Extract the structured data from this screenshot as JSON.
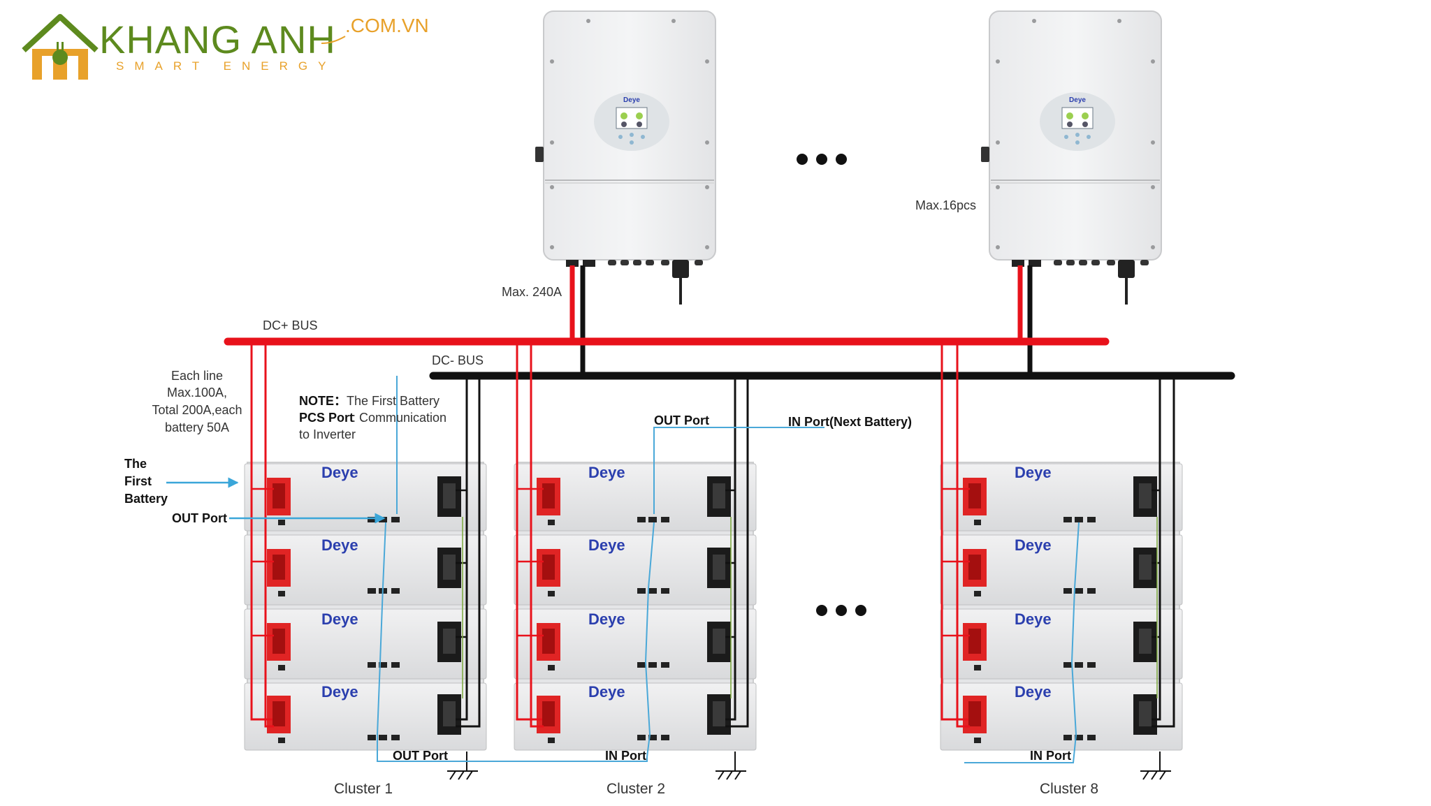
{
  "logo": {
    "brand": "KHANG ANH",
    "domain": ".COM.VN",
    "tagline": "SMART ENERGY"
  },
  "inverters": [
    {
      "brand": "Deye"
    },
    {
      "brand": "Deye"
    }
  ],
  "labels": {
    "max_inverters": "Max.16pcs",
    "max_current": "Max. 240A",
    "dc_plus_bus": "DC+ BUS",
    "dc_minus_bus": "DC- BUS",
    "each_line": [
      "Each line",
      "Max.100A,",
      "Total 200A,each",
      "battery 50A"
    ],
    "note_title": "NOTE：",
    "note_line1": "The First Battery",
    "note_pcs": "PCS Port",
    "note_line2": ": Communication",
    "note_line3": "to Inverter",
    "first_battery": [
      "The",
      "First",
      "Battery"
    ],
    "out_port": "OUT Port",
    "in_port": "IN Port",
    "in_port_next": "IN Port(Next Battery)"
  },
  "clusters": [
    {
      "name": "Cluster 1",
      "battery_brand": "Deye"
    },
    {
      "name": "Cluster 2",
      "battery_brand": "Deye"
    },
    {
      "name": "Cluster 8",
      "battery_brand": "Deye"
    }
  ],
  "colors": {
    "positive": "#e8121b",
    "negative": "#111111",
    "comm": "#4aa8d8",
    "brand_green": "#5d8a1e",
    "brand_orange": "#e8a12a",
    "deye_blue": "#2b3fae"
  }
}
